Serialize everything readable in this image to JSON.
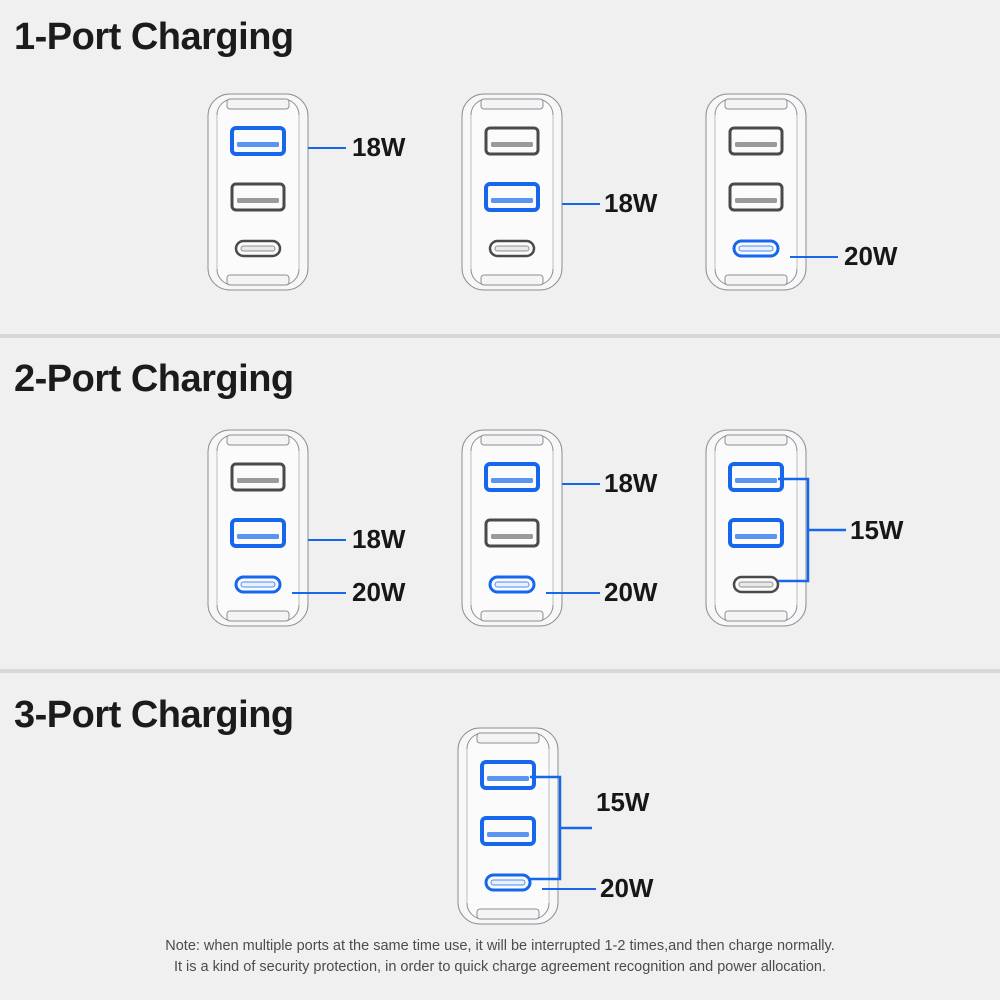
{
  "page": {
    "background_color": "#f0f0f0",
    "accent_color": "#1767ed",
    "port_gray_color": "#4a4a4a",
    "divider_color": "#d8d8d8"
  },
  "sections": [
    {
      "id": "one-port",
      "title": "1-Port Charging",
      "chargers": [
        {
          "id": "r1c1",
          "ports": [
            {
              "type": "usb-a",
              "state": "active",
              "color": "#1767ed"
            },
            {
              "type": "usb-a",
              "state": "inactive",
              "color": "#4a4a4a"
            },
            {
              "type": "usb-c",
              "state": "inactive",
              "color": "#4a4a4a"
            }
          ],
          "callouts": [
            {
              "label": "18W",
              "port_index": 0,
              "style": "line"
            }
          ]
        },
        {
          "id": "r1c2",
          "ports": [
            {
              "type": "usb-a",
              "state": "inactive",
              "color": "#4a4a4a"
            },
            {
              "type": "usb-a",
              "state": "active",
              "color": "#1767ed"
            },
            {
              "type": "usb-c",
              "state": "inactive",
              "color": "#4a4a4a"
            }
          ],
          "callouts": [
            {
              "label": "18W",
              "port_index": 1,
              "style": "line"
            }
          ]
        },
        {
          "id": "r1c3",
          "ports": [
            {
              "type": "usb-a",
              "state": "inactive",
              "color": "#4a4a4a"
            },
            {
              "type": "usb-a",
              "state": "inactive",
              "color": "#4a4a4a"
            },
            {
              "type": "usb-c",
              "state": "active",
              "color": "#1767ed"
            }
          ],
          "callouts": [
            {
              "label": "20W",
              "port_index": 2,
              "style": "line"
            }
          ]
        }
      ]
    },
    {
      "id": "two-port",
      "title": "2-Port Charging",
      "chargers": [
        {
          "id": "r2c1",
          "ports": [
            {
              "type": "usb-a",
              "state": "inactive",
              "color": "#4a4a4a"
            },
            {
              "type": "usb-a",
              "state": "active",
              "color": "#1767ed"
            },
            {
              "type": "usb-c",
              "state": "active",
              "color": "#1767ed"
            }
          ],
          "callouts": [
            {
              "label": "18W",
              "port_index": 1,
              "style": "line"
            },
            {
              "label": "20W",
              "port_index": 2,
              "style": "line"
            }
          ]
        },
        {
          "id": "r2c2",
          "ports": [
            {
              "type": "usb-a",
              "state": "active",
              "color": "#1767ed"
            },
            {
              "type": "usb-a",
              "state": "inactive",
              "color": "#4a4a4a"
            },
            {
              "type": "usb-c",
              "state": "active",
              "color": "#1767ed"
            }
          ],
          "callouts": [
            {
              "label": "18W",
              "port_index": 0,
              "style": "line"
            },
            {
              "label": "20W",
              "port_index": 2,
              "style": "line"
            }
          ]
        },
        {
          "id": "r2c3",
          "ports": [
            {
              "type": "usb-a",
              "state": "active",
              "color": "#1767ed"
            },
            {
              "type": "usb-a",
              "state": "active",
              "color": "#1767ed"
            },
            {
              "type": "usb-c",
              "state": "inactive",
              "color": "#4a4a4a"
            }
          ],
          "callouts": [
            {
              "label": "15W",
              "port_index": "0,1",
              "style": "bracket"
            }
          ]
        }
      ]
    },
    {
      "id": "three-port",
      "title": "3-Port Charging",
      "chargers": [
        {
          "id": "r3c1",
          "ports": [
            {
              "type": "usb-a",
              "state": "active",
              "color": "#1767ed"
            },
            {
              "type": "usb-a",
              "state": "active",
              "color": "#1767ed"
            },
            {
              "type": "usb-c",
              "state": "active",
              "color": "#1767ed"
            }
          ],
          "callouts": [
            {
              "label": "15W",
              "port_index": "0,1",
              "style": "bracket"
            },
            {
              "label": "20W",
              "port_index": 2,
              "style": "line"
            }
          ]
        }
      ]
    }
  ],
  "note": {
    "line1": "Note: when multiple ports at the same time use, it will be interrupted 1-2 times,and then charge normally.",
    "line2": "It is a kind of security protection, in order to quick charge agreement recognition and power allocation."
  }
}
